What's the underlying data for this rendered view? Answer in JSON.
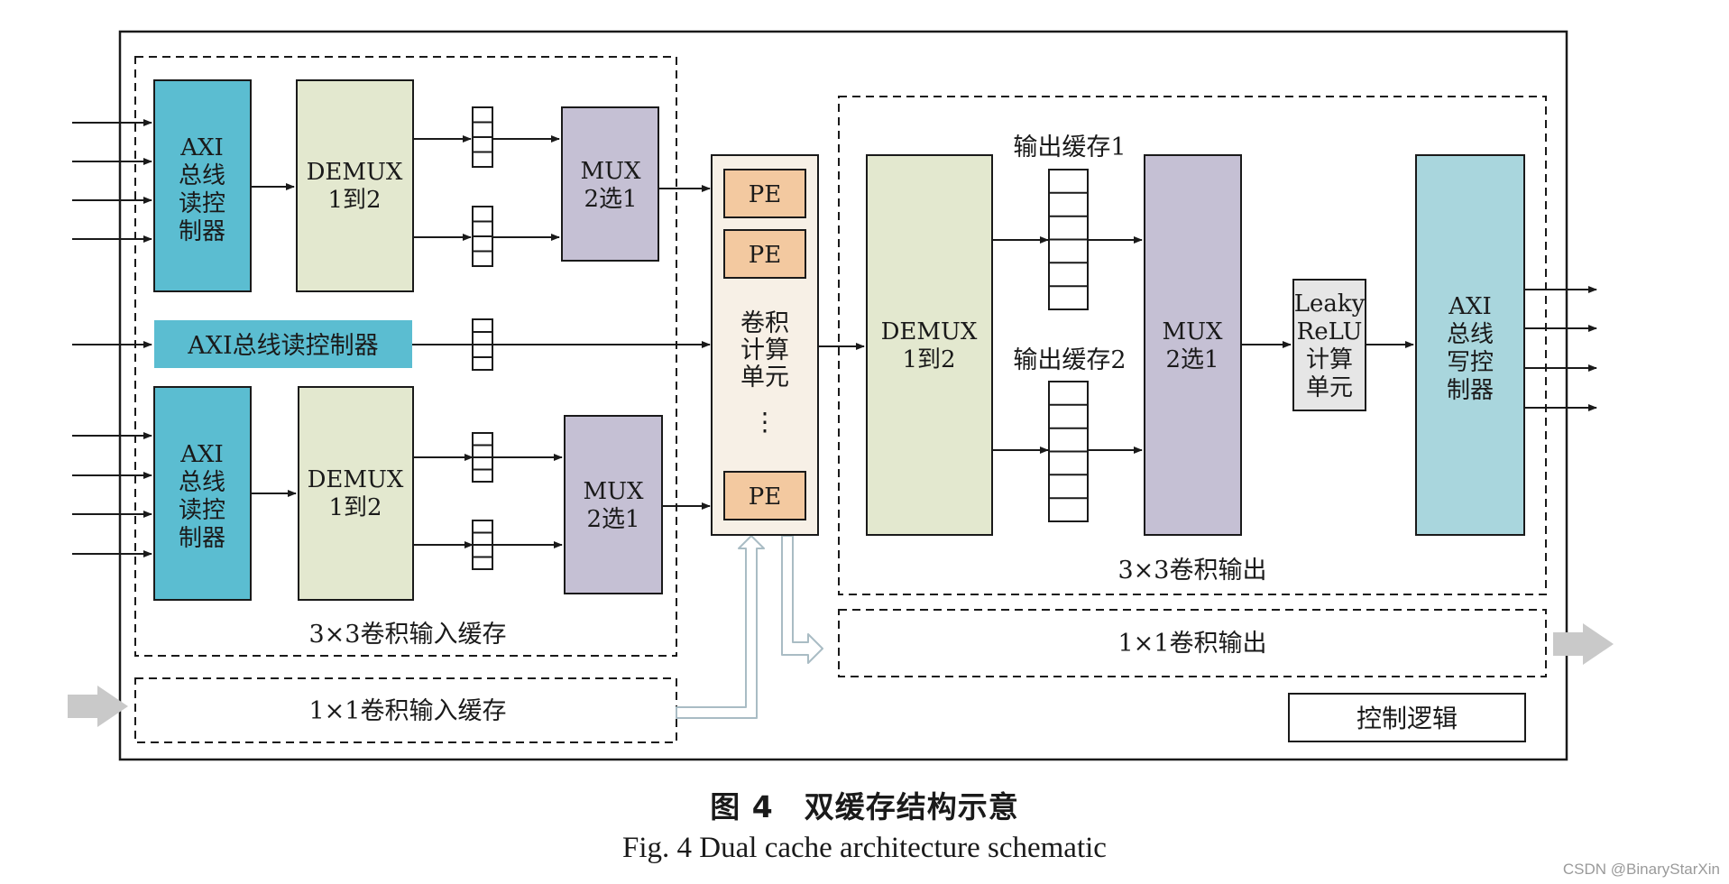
{
  "blocks": {
    "axi_read_top": [
      "AXI",
      "总线",
      "读控",
      "制器"
    ],
    "demux_in_top": [
      "DEMUX",
      "1到2"
    ],
    "mux_in_top": [
      "MUX",
      "2选1"
    ],
    "axi_read_mid": "AXI总线读控制器",
    "axi_read_bot": [
      "AXI",
      "总线",
      "读控",
      "制器"
    ],
    "demux_in_bot": [
      "DEMUX",
      "1到2"
    ],
    "mux_in_bot": [
      "MUX",
      "2选1"
    ],
    "input_group_label": "3×3卷积输入缓存",
    "input_1x1_label": "1×1卷积输入缓存",
    "pe_label": "PE",
    "conv_unit": [
      "卷积",
      "计算",
      "单元"
    ],
    "ellipsis": "⋮",
    "demux_out": [
      "DEMUX",
      "1到2"
    ],
    "out_buf1": "输出缓存1",
    "out_buf2": "输出缓存2",
    "mux_out": [
      "MUX",
      "2选1"
    ],
    "leaky": [
      "Leaky",
      "ReLU",
      "计算",
      "单元"
    ],
    "axi_write": [
      "AXI",
      "总线",
      "写控",
      "制器"
    ],
    "output_group_label": "3×3卷积输出",
    "output_1x1_label": "1×1卷积输出",
    "control_logic": "控制逻辑"
  },
  "colors": {
    "axi": "#5bbdd1",
    "demux": "#e3e8cf",
    "mux": "#c5c0d4",
    "pe": "#f3c9a0",
    "conv_bg": "#f7f0e6",
    "leaky": "#e6e6e6",
    "axi_write": "#a9d6dd"
  },
  "caption": {
    "zh": "图 4　双缓存结构示意",
    "en": "Fig. 4 Dual cache architecture schematic"
  },
  "watermark": "CSDN @BinaryStarXin"
}
